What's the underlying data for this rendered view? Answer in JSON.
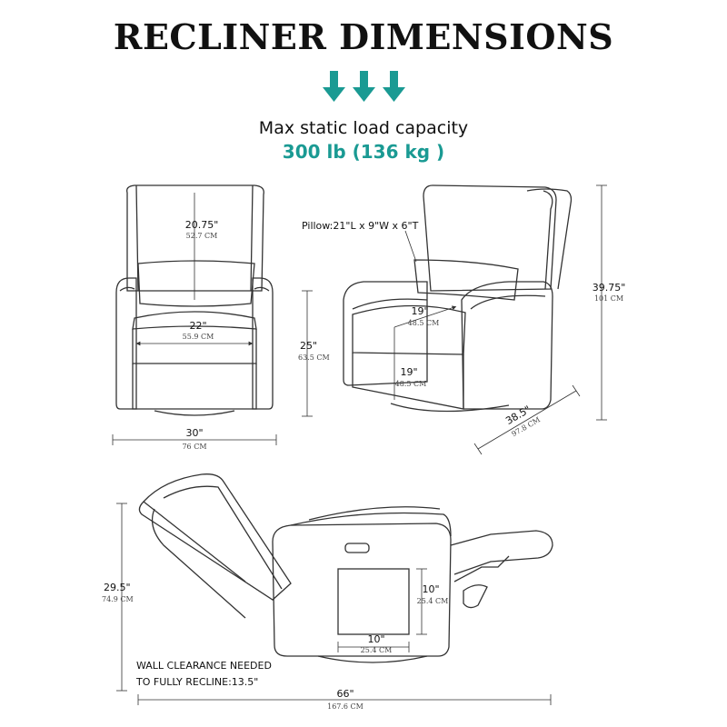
{
  "title": "RECLINER DIMENSIONS",
  "accent_color": "#1a9a93",
  "load": {
    "label": "Max static load capacity",
    "value": "300 lb (136 kg )"
  },
  "front_view": {
    "backrest_height": {
      "in": "20.75\"",
      "cm": "52.7 CM"
    },
    "seat_width": {
      "in": "22\"",
      "cm": "55.9 CM"
    },
    "seat_height": {
      "in": "25\"",
      "cm": "63.5 CM"
    },
    "overall_width": {
      "in": "30\"",
      "cm": "76 CM"
    }
  },
  "angled_view": {
    "pillow": "Pillow:21\"L x 9\"W x 6\"T",
    "seat_depth": {
      "in": "19\"",
      "cm": "48.5 CM"
    },
    "seat_depth_2": {
      "in": "19\"",
      "cm": "48.5 CM"
    },
    "overall_height": {
      "in": "39.75\"",
      "cm": "101 CM"
    },
    "overall_depth": {
      "in": "38.5\"",
      "cm": "97.8 CM"
    }
  },
  "reclined_view": {
    "reclined_height": {
      "in": "29.5\"",
      "cm": "74.9 CM"
    },
    "panel_height": {
      "in": "10\"",
      "cm": "25.4 CM"
    },
    "panel_width": {
      "in": "10\"",
      "cm": "25.4 CM"
    },
    "reclined_length": {
      "in": "66\"",
      "cm": "167.6 CM"
    },
    "wall_clearance_line1": "WALL CLEARANCE NEEDED",
    "wall_clearance_line2": "TO FULLY RECLINE:13.5\""
  }
}
